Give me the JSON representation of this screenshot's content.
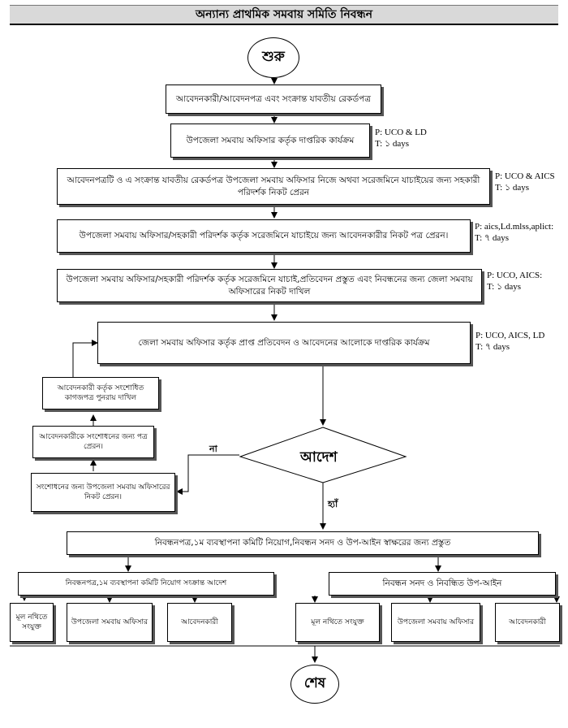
{
  "title": "অন্যান্য প্রাথমিক সমবায় সমিতি নিবন্ধন",
  "start": "শুরু",
  "end": "শেষ",
  "steps": {
    "s1": "আবেদনকারী/আবেদনপত্র এবং সংক্রান্ত যাবতীয় রেকর্ডপত্র",
    "s2": "উপজেলা সমবায় অফিসার কর্তৃক দাপ্তরিক কার্যক্রম",
    "s3": "আবেদনপত্রটি ও এ সংক্রান্ত যাবতীয় রেকর্ডপত্র উপজেলা সমবায় অফিসার নিজে অথবা সরেজমিনে যাচাইয়ের জন্য সহকারী পরিদর্শক নিকট প্রেরন",
    "s4": "উপজেলা সমবায় অফিসার/সহকারী পরিদর্শক কর্তৃক সরেজমিনে যাচাইয়ে জন্য আবেদনকারীর নিকট পত্র প্রেরন।",
    "s5": "উপজেলা সমবায় অফিসার/সহকারী পরিদর্শক কর্তৃক সরেজমিনে যাচাই,প্রতিবেদন প্রস্তুত এবং নিবন্ধনের জন্য জেলা সমবায় অফিসারের নিকট দাখিল",
    "s6": "জেলা সমবায় অফিসার কর্তৃক প্রাপ্ত প্রতিবেদন ও আবেদনের আলোকে দাপ্তরিক কার্যক্রম"
  },
  "notes": {
    "n2": [
      "P: UCO & LD",
      "T: ১ days"
    ],
    "n3": [
      "P: UCO & AICS",
      "T: ১ days"
    ],
    "n4": [
      "P: aics,Ld.mlss,aplict:",
      "T: ৭ days"
    ],
    "n5": [
      "P: UCO, AICS:",
      "T: ১ days"
    ],
    "n6": [
      "P: UCO, AICS, LD",
      "T: ৭ days"
    ]
  },
  "loop": {
    "l1": "আবেদনকারী কর্তৃক সংশোধিত কাগজপত্র পুনরায় দাখিল",
    "l2": "আবেদনকারীকে সংশোধনের জন্য পত্র প্রেরন।",
    "l3": "সংশোধনের জন্য উপজেলা সমবায় অফিসারের নিকট প্রেরন।"
  },
  "decision": {
    "label": "আদেশ",
    "no": "না",
    "yes": "হ্যাঁ"
  },
  "final": {
    "main": "নিবন্ধনপত্র,১ম ব্যবস্থাপনা কমিটি নিয়োগ,নিবন্ধন সনদ ও উপ-আইন স্বাক্ষরের জন্য প্রস্তুত",
    "left": "নিবন্ধনপত্র,১ম ব্যবস্থাপনা কমিটি নিয়োগ সংক্রান্ত আদেশ",
    "right": "নিবন্ধন সনদ ও নিবন্ধিত উপ-আইন",
    "left_children": [
      "মূল নথিতে সংযুক্ত",
      "উপজেলা সমবায় অফিসার",
      "আবেদনকারী"
    ],
    "right_children": [
      "মূল নথিতে সংযুক্ত",
      "উপজেলা সমবায় অফিসার",
      "আবেদনকারী"
    ]
  }
}
